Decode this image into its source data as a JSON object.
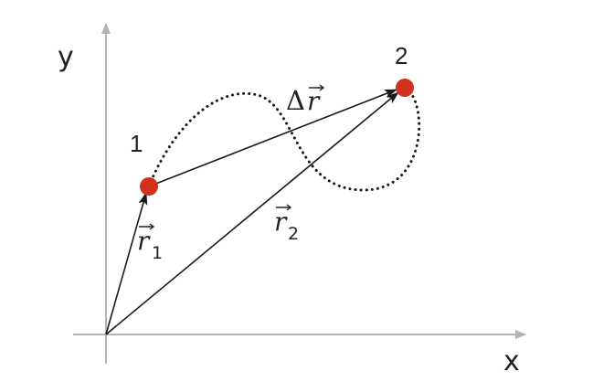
{
  "axes": {
    "x_label": "x",
    "y_label": "y",
    "color": "#b3b3b3"
  },
  "points": [
    {
      "label": "1"
    },
    {
      "label": "2"
    }
  ],
  "vectors": {
    "r1": {
      "name": "r",
      "subscript": "1"
    },
    "r2": {
      "name": "r",
      "subscript": "2"
    },
    "delta_r": {
      "prefix": "Δ",
      "name": "r"
    }
  },
  "colors": {
    "point": "#d0321f",
    "vector": "#1a1a1a",
    "path": "#1a1a1a"
  }
}
